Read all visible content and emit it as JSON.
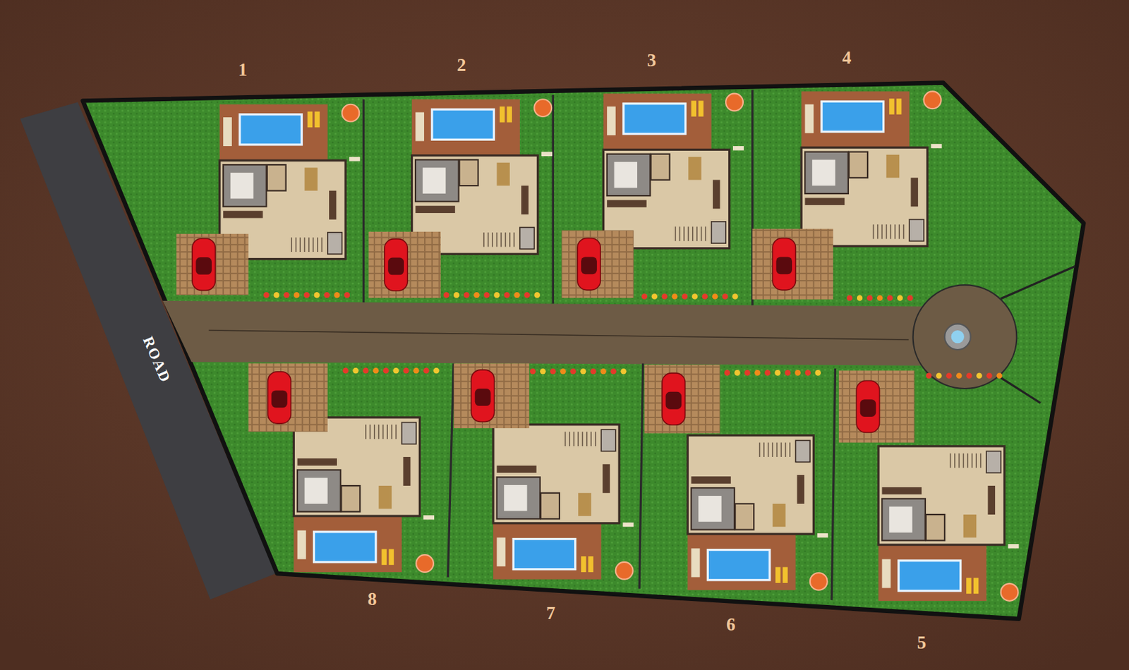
{
  "diagram": {
    "labels": [
      "1",
      "2",
      "3",
      "4",
      "8",
      "7",
      "6",
      "5",
      "ROAD"
    ]
  }
}
